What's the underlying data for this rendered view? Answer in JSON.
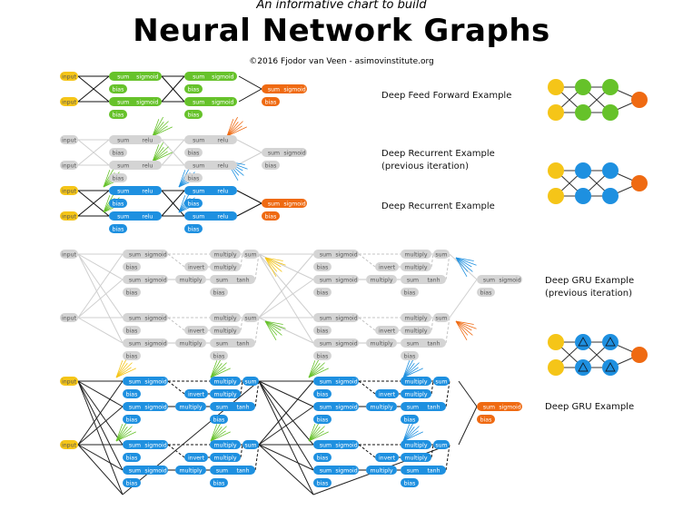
{
  "header": {
    "kicker": "An informative chart to build",
    "title": "Neural Network Graphs",
    "credit": "©2016 Fjodor van Veen - asimovinstitute.org"
  },
  "colors": {
    "input": "#f5c518",
    "feedforward": "#66c22a",
    "recurrent": "#1e90e0",
    "output": "#ef6a12",
    "previous": "#d4d4d4",
    "text": "#111111"
  },
  "node_labels": {
    "input": "input",
    "sum": "sum",
    "sigmoid": "sigmoid",
    "relu": "relu",
    "bias": "bias",
    "multiply": "multiply",
    "invert": "invert",
    "tanh": "tanh"
  },
  "sections": {
    "deep_feed_forward": "Deep Feed Forward Example",
    "deep_recurrent_previous": "Deep Recurrent Example",
    "previous_iteration": "(previous iteration)",
    "deep_recurrent": "Deep Recurrent Example",
    "deep_gru_previous": "Deep GRU Example",
    "deep_gru_previous_iteration": "(previous iteration)",
    "deep_gru": "Deep GRU Example"
  },
  "icons": [
    "feed-forward-network-icon",
    "recurrent-network-icon",
    "gru-network-icon"
  ]
}
